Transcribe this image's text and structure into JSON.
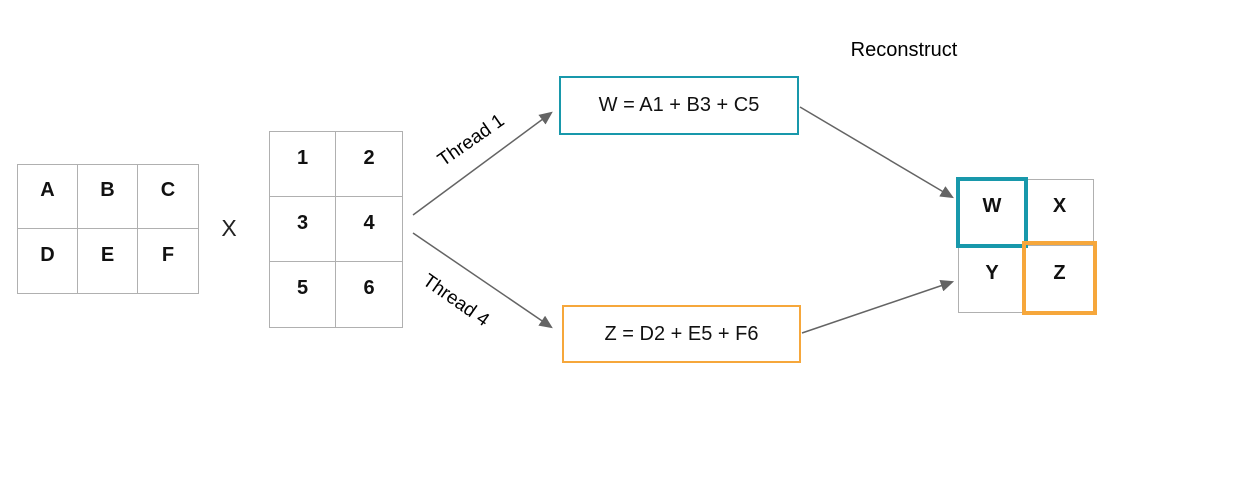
{
  "diagram": {
    "matrix_a": {
      "rows": 2,
      "cols": 3,
      "cells": [
        "A",
        "B",
        "C",
        "D",
        "E",
        "F"
      ]
    },
    "multiply_sign": "X",
    "matrix_b": {
      "rows": 3,
      "cols": 2,
      "cells": [
        "1",
        "2",
        "3",
        "4",
        "5",
        "6"
      ]
    },
    "thread1_label": "Thread 1",
    "thread4_label": "Thread 4",
    "w_equation": "W = A1 + B3 + C5",
    "z_equation": "Z = D2 + E5 + F6",
    "reconstruct_label": "Reconstruct",
    "result_matrix": {
      "rows": 2,
      "cols": 2,
      "cells": [
        "W",
        "X",
        "Y",
        "Z"
      ],
      "highlighted_teal_cell": "W",
      "highlighted_orange_cell": "Z"
    }
  },
  "colors": {
    "teal": "#1898ab",
    "orange": "#f6a73b",
    "grid": "#b0b0b0",
    "arrow": "#646464"
  }
}
